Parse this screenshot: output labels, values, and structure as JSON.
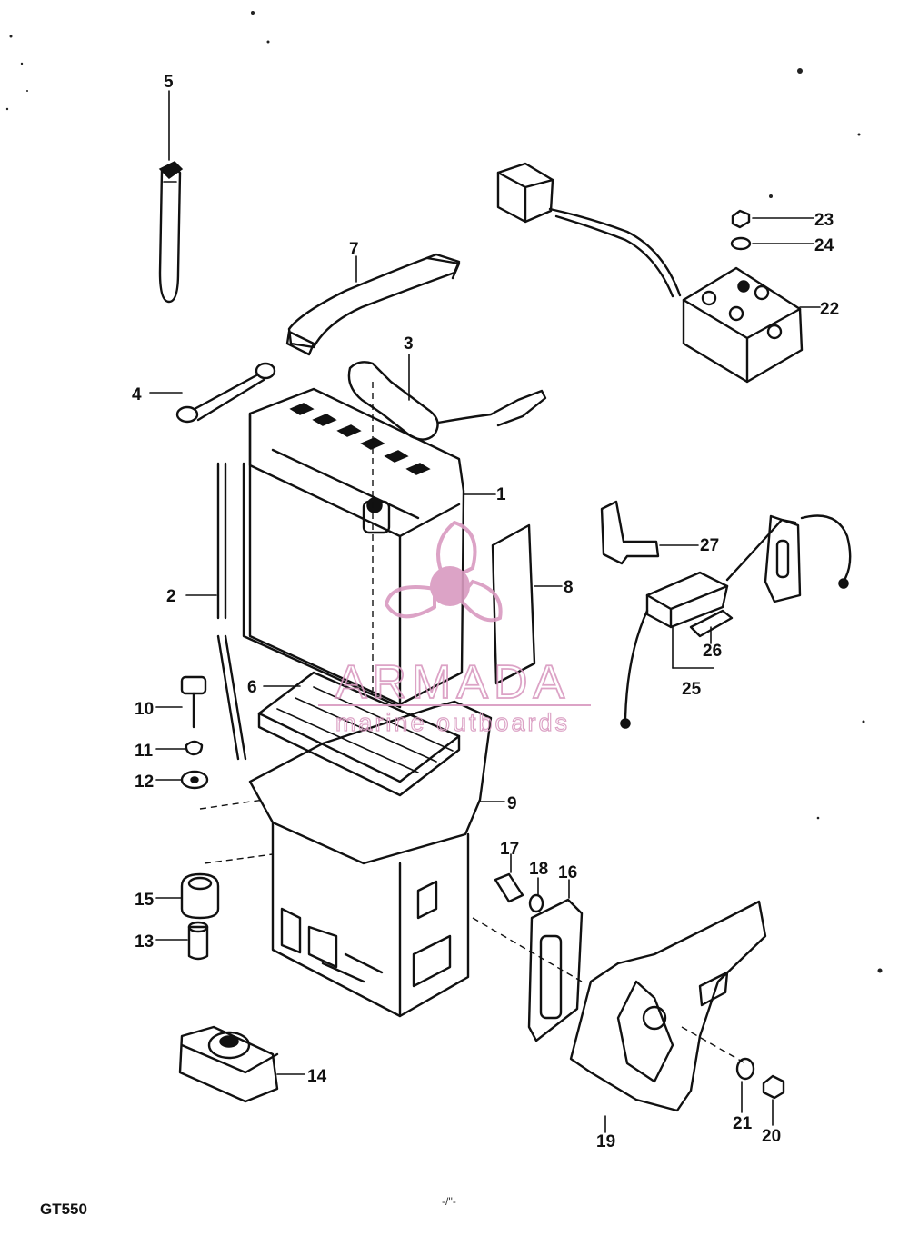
{
  "model_code": "GT550",
  "footer_mark": "-/''-",
  "watermark": {
    "brand": "ARMADA",
    "tagline": "marine outboards",
    "color": "#d99ac0"
  },
  "callouts": [
    "1",
    "2",
    "3",
    "4",
    "5",
    "6",
    "7",
    "8",
    "9",
    "10",
    "11",
    "12",
    "13",
    "14",
    "15",
    "16",
    "17",
    "18",
    "19",
    "20",
    "21",
    "22",
    "23",
    "24",
    "25",
    "26",
    "27"
  ]
}
